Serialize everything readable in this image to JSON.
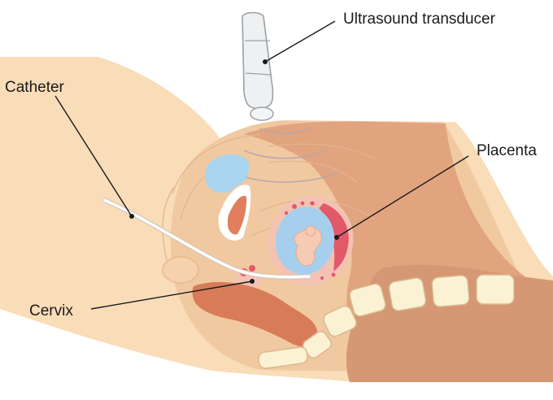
{
  "labels": {
    "transducer": "Ultrasound transducer",
    "catheter": "Catheter",
    "placenta": "Placenta",
    "cervix": "Cervix"
  },
  "colors": {
    "skin_light": "#f9dcb8",
    "skin_mid": "#f0c9a1",
    "tissue": "#e1a47f",
    "tissue_dark": "#d59774",
    "bladder": "#a9d4f0",
    "amniotic": "#a6cfee",
    "placenta": "#e2596a",
    "uterine_wall": "#f4c2b3",
    "bone": "#fbf2d4",
    "rectum": "#d87b59",
    "catheter": "#ffffff",
    "probe": "#eef0f1"
  }
}
